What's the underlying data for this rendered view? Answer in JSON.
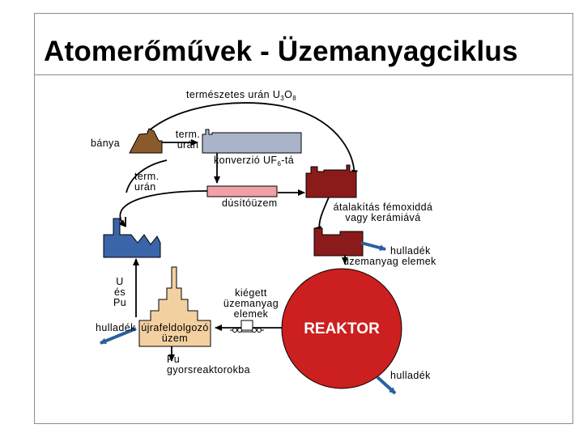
{
  "title": "Atomerőművek - Üzemanyagciklus",
  "labels": {
    "natural_uranium": "természetes urán U",
    "natural_uranium_sub1": "3",
    "natural_uranium_mid": "O",
    "natural_uranium_sub2": "8",
    "mine": "bánya",
    "term_uran_1a": "term.",
    "term_uran_1b": "urán",
    "conversion": "konverzió UF",
    "conversion_sub": "6",
    "conversion_suffix": "-tá",
    "term_uran_2a": "term.",
    "term_uran_2b": "urán",
    "enrichment": "dúsítóüzem",
    "transform_1": "átalakítás fémoxiddá",
    "transform_2": "vagy kerámiává",
    "waste_fuel_1": "hulladék",
    "waste_fuel_2": "üzemanyag  elemek",
    "u_pu_1": "U",
    "u_pu_2": "és",
    "u_pu_3": "Pu",
    "spent_1": "kiégett",
    "spent_2": "üzemanyag",
    "spent_3": "elemek",
    "waste_left": "hulladék",
    "reprocessing_1": "újrafeldolgozó",
    "reprocessing_2": "üzem",
    "pu_1": "Pu",
    "pu_2": "gyorsreaktorokba",
    "reactor": "REAKTOR",
    "waste_right": "hulladék"
  },
  "colors": {
    "mine": "#8b5a2b",
    "conversion": "#a9b4c8",
    "enrichment": "#f2a0a8",
    "fabrication": "#8b1a1a",
    "storage": "#3a65a8",
    "reprocessing": "#f3d0a0",
    "reactor": "#cc1f1f",
    "waste_arrow": "#2a5fa0"
  }
}
